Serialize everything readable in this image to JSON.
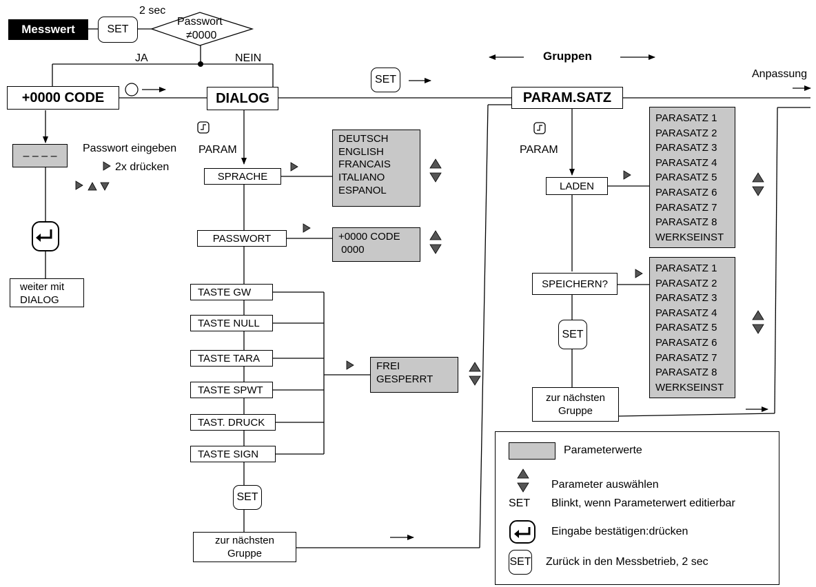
{
  "top": {
    "messwert": "Messwert",
    "set": "SET",
    "two_sec": "2 sec",
    "passwort_line1": "Passwort",
    "passwort_line2": "≠0000",
    "ja": "JA",
    "nein": "NEIN",
    "gruppen": "Gruppen",
    "anpassung": "Anpassung"
  },
  "code_column": {
    "title": "+0000 CODE",
    "dashes": "– – – –",
    "passwort_eingeben": "Passwort eingeben",
    "two_x_druecken": "2x drücken",
    "weiter_line1": "weiter mit",
    "weiter_line2": "DIALOG"
  },
  "dialog": {
    "title": "DIALOG",
    "param": "PARAM",
    "sprache": "SPRACHE",
    "sprache_values": [
      "DEUTSCH",
      "ENGLISH",
      "FRANCAIS",
      "ITALIANO",
      "ESPANOL"
    ],
    "passwort": "PASSWORT",
    "passwort_values": [
      "+0000 CODE",
      " 0000"
    ],
    "tasten": [
      "TASTE GW",
      "TASTE NULL",
      "TASTE TARA",
      "TASTE SPWT",
      "TAST. DRUCK",
      "TASTE SIGN"
    ],
    "tasten_values": [
      "FREI",
      "GESPERRT"
    ],
    "set": "SET",
    "next_line1": "zur nächsten",
    "next_line2": "Gruppe"
  },
  "paramsatz": {
    "title": "PARAM.SATZ",
    "param": "PARAM",
    "laden": "LADEN",
    "laden_values": [
      "PARASATZ 1",
      "PARASATZ 2",
      "PARASATZ 3",
      "PARASATZ 4",
      "PARASATZ 5",
      "PARASATZ 6",
      "PARASATZ 7",
      "PARASATZ 8",
      "WERKSEINST"
    ],
    "speichern": "SPEICHERN?",
    "speichern_values": [
      "PARASATZ 1",
      "PARASATZ 2",
      "PARASATZ 3",
      "PARASATZ 4",
      "PARASATZ 5",
      "PARASATZ 6",
      "PARASATZ 7",
      "PARASATZ 8",
      "WERKSEINST"
    ],
    "set": "SET",
    "next_line1": "zur nächsten",
    "next_line2": "Gruppe"
  },
  "legend": {
    "parameterwerte": "Parameterwerte",
    "parameter_auswaehlen": "Parameter auswählen",
    "set": "SET",
    "blinkt": "Blinkt, wenn Parameterwert editierbar",
    "eingabe": "Eingabe bestätigen:drücken",
    "zurueck": "Zurück in den Messbetrieb, 2 sec"
  },
  "colors": {
    "value_box": "#c8c8c8",
    "symbol": "#555555"
  }
}
